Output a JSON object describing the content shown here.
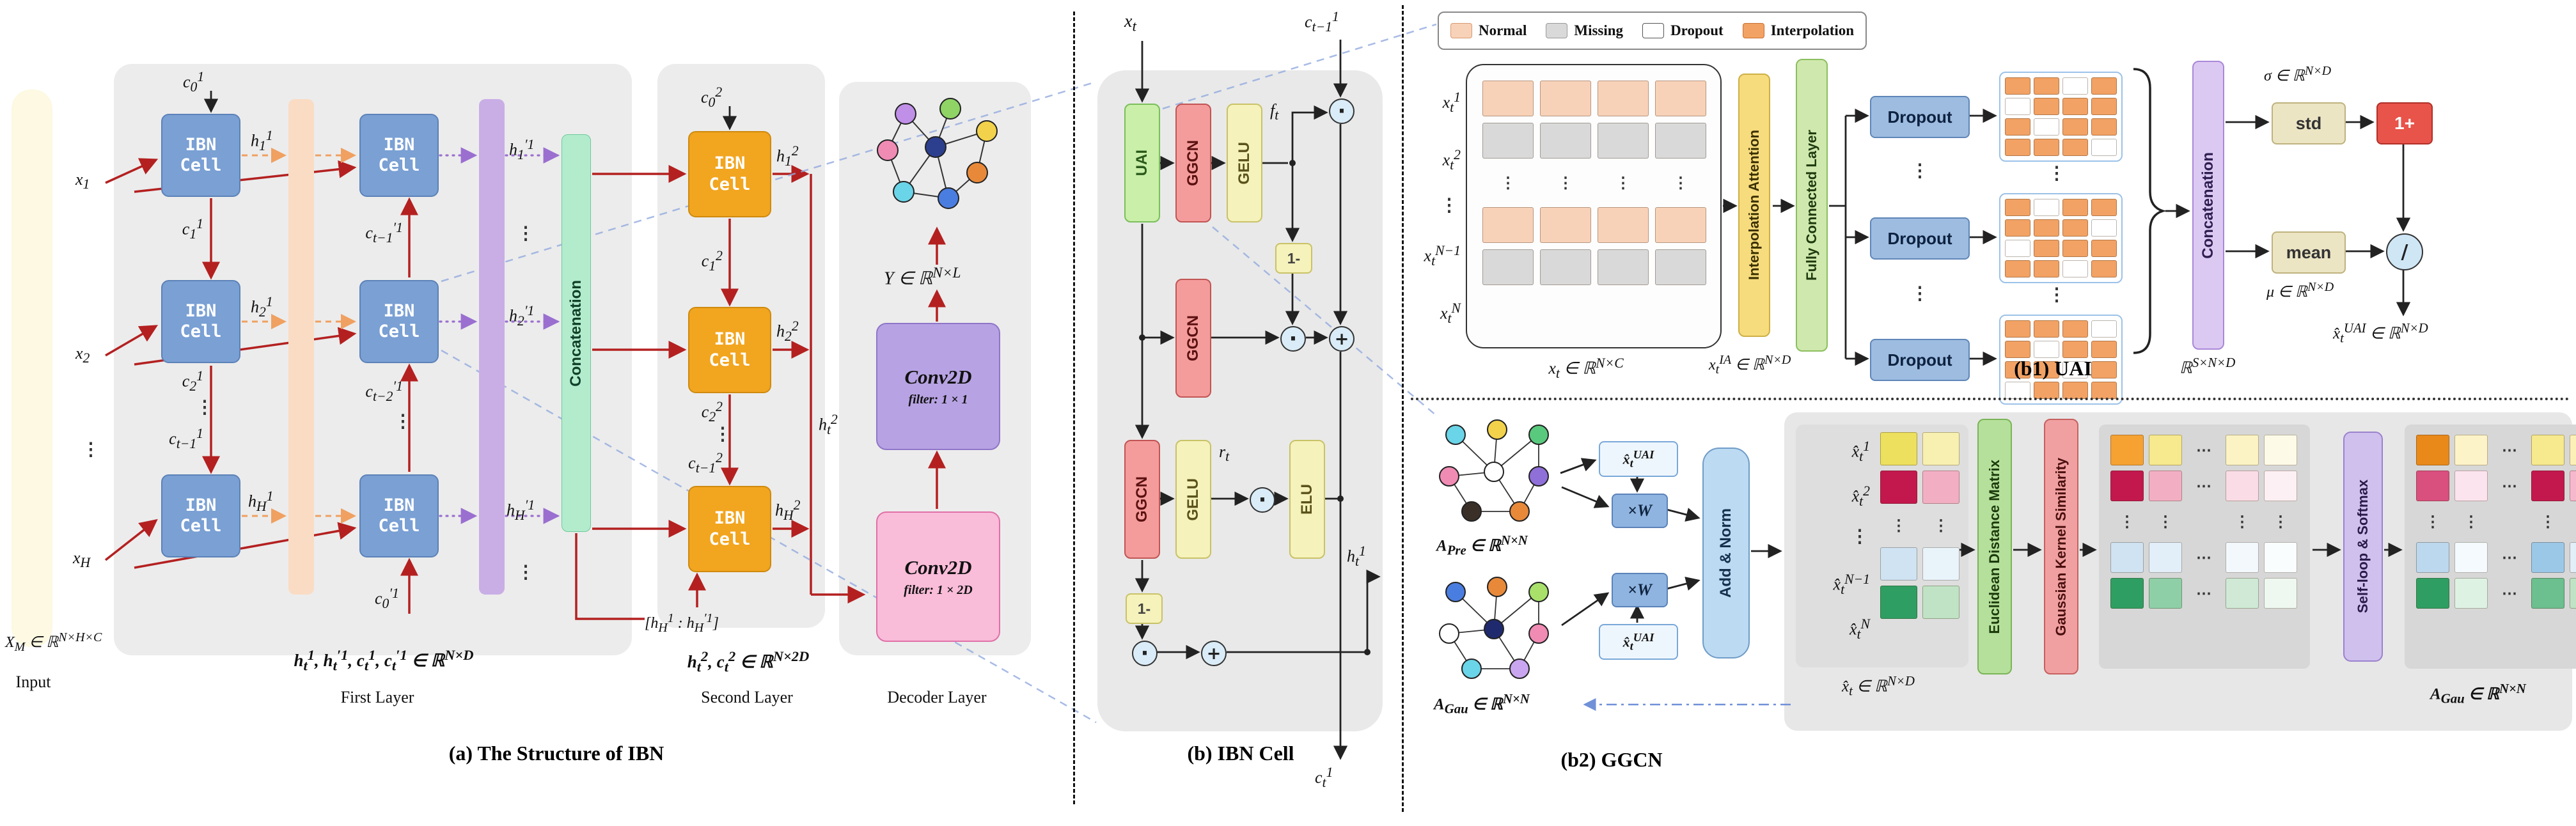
{
  "colors": {
    "red_arrow": "#b42020",
    "blue_cell": "#7aa0d4",
    "orange_cell": "#f2a51f",
    "hidden_bar": "#fadcc4",
    "hprime_bar": "#c9aee6",
    "concat_bar": "#b2eccd",
    "conv_1x1": "#b7a3e3",
    "conv_1x2d": "#f9bcd9",
    "normal": "#f8d2b8",
    "missing": "#d9d9d9",
    "dropout_state": "#ffffff",
    "interpolation": "#f2a264",
    "uai_green": "#c9efa9",
    "ggcn_red": "#f49c9c",
    "gelu_yellow": "#f5f2bb",
    "dropout_box": "#9dbce0",
    "ia_bar": "#f7dc7e",
    "fc_bar": "#cfe8ad",
    "concat_bar_uai": "#dcc9f2",
    "std_mean": "#ece5c4",
    "one_plus": "#e8534a",
    "edm_bar": "#b5e09b",
    "gks_bar": "#f0a0a0",
    "softmax_bar": "#cfc0ee",
    "addnorm": "#bcdaf2"
  },
  "misc": {
    "vdots": "⋮",
    "hdots": "⋯"
  },
  "ops": {
    "dot": "·",
    "plus": "+",
    "divide": "/"
  },
  "a": {
    "caption": "(a) The Structure of IBN",
    "input_label": "Input",
    "xm": "X<sub>M</sub> ∈ ℝ<sup>N×H×C</sup>",
    "x1": "x<sub>1</sub>",
    "x2": "x<sub>2</sub>",
    "xH": "x<sub>H</sub>",
    "cell_label": "IBN<br>Cell",
    "first_layer": "First Layer",
    "second_layer": "Second Layer",
    "decoder_layer": "Decoder Layer",
    "concat": "Concatenation",
    "c01": "c<sub>0</sub><sup>1</sup>",
    "c11": "c<sub>1</sub><sup>1</sup>",
    "c21": "c<sub>2</sub><sup>1</sup>",
    "ct11": "c<sub>t−1</sub><sup>1</sup>",
    "h11": "h<sub>1</sub><sup>1</sup>",
    "h21": "h<sub>2</sub><sup>1</sup>",
    "hH1": "h<sub>H</sub><sup>1</sup>",
    "cpt11": "c<sub>t−1</sub><sup>′1</sup>",
    "cpt21": "c<sub>t−2</sub><sup>′1</sup>",
    "cp01": "c<sub>0</sub><sup>′1</sup>",
    "hp11": "h<sub>1</sub><sup>′1</sup>",
    "hp21": "h<sub>2</sub><sup>′1</sup>",
    "hpH1": "h<sub>H</sub><sup>′1</sup>",
    "fl_out": "h<sub>t</sub><sup>1</sup>, h<sub>t</sub><sup>′1</sup>, c<sub>t</sub><sup>1</sup>, c<sub>t</sub><sup>′1</sup> ∈ ℝ<sup>N×D</sup>",
    "c02": "c<sub>0</sub><sup>2</sup>",
    "c12": "c<sub>1</sub><sup>2</sup>",
    "c22": "c<sub>2</sub><sup>2</sup>",
    "ct12": "c<sub>t−1</sub><sup>2</sup>",
    "h12": "h<sub>1</sub><sup>2</sup>",
    "h22": "h<sub>2</sub><sup>2</sup>",
    "hH2": "h<sub>H</sub><sup>2</sup>",
    "ht2": "h<sub>t</sub><sup>2</sup>",
    "concat_in": "[h<sub>H</sub><sup>1</sup> : h<sub>H</sub><sup>′1</sup>]",
    "sl_out": "h<sub>t</sub><sup>2</sup>, c<sub>t</sub><sup>2</sup> ∈ ℝ<sup>N×2D</sup>",
    "y_out": "Y ∈ ℝ<sup>N×L</sup>",
    "conv": "Conv2D",
    "conv1_filter": "filter: 1 × 1",
    "conv2_filter": "filter: 1 × 2D"
  },
  "b": {
    "caption": "(b) IBN Cell",
    "xt": "x<sub>t</sub>",
    "ct_in": "c<sub>t−1</sub><sup>1</sup>",
    "uai": "UAI",
    "ggcn": "GGCN",
    "gelu": "GELU",
    "elu": "ELU",
    "ft": "f<sub>t</sub>",
    "rt": "r<sub>t</sub>",
    "one_minus": "1-",
    "ht_out": "h<sub>t</sub><sup>1</sup>",
    "ct_out": "c<sub>t</sub><sup>1</sup>"
  },
  "b1": {
    "caption": "(b1) UAI",
    "legend": {
      "normal": "Normal",
      "missing": "Missing",
      "dropout": "Dropout",
      "interpolation": "Interpolation"
    },
    "rows": {
      "r1": "x<sub>t</sub><sup>1</sup>",
      "r2": "x<sub>t</sub><sup>2</sup>",
      "rn1": "x<sub>t</sub><sup>N−1</sup>",
      "rn": "x<sub>t</sub><sup>N</sup>"
    },
    "xt_dom": "x<sub>t</sub> ∈ ℝ<sup>N×C</sup>",
    "ia": "Interpolation Attention",
    "xt_ia": "x<sub>t</sub><sup>IA</sup> ∈ ℝ<sup>N×D</sup>",
    "fc": "Fully Connected Layer",
    "dropout": "Dropout",
    "concat": "Concatenation",
    "s_dom": "ℝ<sup>S×N×D</sup>",
    "std": "std",
    "mean": "mean",
    "one_plus": "1+",
    "sigma": "σ ∈ ℝ<sup>N×D</sup>",
    "mu": "μ ∈ ℝ<sup>N×D</sup>",
    "out": "x̂<sub>t</sub><sup>UAI</sup> ∈ ℝ<sup>N×D</sup>"
  },
  "b2": {
    "caption": "(b2) GGCN",
    "a_pre": "A<sub>Pre</sub> ∈ ℝ<sup>N×N</sup>",
    "a_gau": "A<sub>Gau</sub> ∈ ℝ<sup>N×N</sup>",
    "xw": "×W",
    "xhat_uai": "x̂<sub>t</sub><sup>UAI</sup>",
    "addnorm": "Add & Norm",
    "rows": {
      "r1": "x̂<sub>t</sub><sup>1</sup>",
      "r2": "x̂<sub>t</sub><sup>2</sup>",
      "rn1": "x̂<sub>t</sub><sup>N−1</sup>",
      "rn": "x̂<sub>t</sub><sup>N</sup>"
    },
    "xhat_dom": "x̂<sub>t</sub> ∈ ℝ<sup>N×D</sup>",
    "edm": "Euclidean Distance Matrix",
    "gks": "Gaussian Kernel Similarity",
    "softmax": "Self-loop & Softmax",
    "a_gau_out": "A<sub>Gau</sub> ∈ ℝ<sup>N×N</sup>"
  },
  "grids": {
    "b1_input": [
      [
        "#f8d2b8",
        "#f8d2b8",
        "#f8d2b8",
        "#f8d2b8"
      ],
      [
        "#d9d9d9",
        "#d9d9d9",
        "#d9d9d9",
        "#d9d9d9"
      ],
      [
        "⋮",
        "⋮",
        "⋮",
        "⋮"
      ],
      [
        "#f8d2b8",
        "#f8d2b8",
        "#f8d2b8",
        "#f8d2b8"
      ],
      [
        "#d9d9d9",
        "#d9d9d9",
        "#d9d9d9",
        "#d9d9d9"
      ]
    ],
    "drop1": [
      [
        "#f2a264",
        "#f2a264",
        "#ffffff",
        "#f2a264"
      ],
      [
        "#ffffff",
        "#f2a264",
        "#f2a264",
        "#f2a264"
      ],
      [
        "#f2a264",
        "#ffffff",
        "#f2a264",
        "#f2a264"
      ],
      [
        "#f2a264",
        "#f2a264",
        "#f2a264",
        "#ffffff"
      ]
    ],
    "drop2": [
      [
        "#f2a264",
        "#ffffff",
        "#f2a264",
        "#f2a264"
      ],
      [
        "#f2a264",
        "#f2a264",
        "#f2a264",
        "#ffffff"
      ],
      [
        "#ffffff",
        "#f2a264",
        "#f2a264",
        "#f2a264"
      ],
      [
        "#f2a264",
        "#f2a264",
        "#ffffff",
        "#f2a264"
      ]
    ],
    "drop3": [
      [
        "#f2a264",
        "#f2a264",
        "#f2a264",
        "#ffffff"
      ],
      [
        "#f2a264",
        "#ffffff",
        "#f2a264",
        "#f2a264"
      ],
      [
        "#f2a264",
        "#f2a264",
        "#ffffff",
        "#f2a264"
      ],
      [
        "#ffffff",
        "#f2a264",
        "#f2a264",
        "#f2a264"
      ]
    ],
    "b2_left": [
      [
        "#ece05e",
        "#f7f0b0"
      ],
      [
        "#c2184e",
        "#f2afc4"
      ],
      [
        "⋮",
        "⋮"
      ],
      [
        "#cfe3f2",
        "#e9f3fa"
      ],
      [
        "#2f9e62",
        "#bfe3c4"
      ]
    ],
    "b2_sim": [
      [
        "#f5a233",
        "#f6e98e",
        "⋯",
        "#fbf3c4",
        "#fdfbe8"
      ],
      [
        "#c2184e",
        "#f2afc4",
        "⋯",
        "#f9dce6",
        "#fdf0f4"
      ],
      [
        "⋮",
        "⋮",
        "",
        "⋮",
        "⋮"
      ],
      [
        "#cfe3f2",
        "#e2eef8",
        "⋯",
        "#f2f8fc",
        "#fafdfe"
      ],
      [
        "#2f9e62",
        "#8fcfa8",
        "⋯",
        "#cfe9d6",
        "#eef8f0"
      ]
    ],
    "b2_out": [
      [
        "#e8891a",
        "#fdf3c8",
        "⋯",
        "#f6e98e",
        "#fbf0b8"
      ],
      [
        "#d94f7e",
        "#fce4ee",
        "⋯",
        "#c2184e",
        "#f5b8cc"
      ],
      [
        "⋮",
        "⋮",
        "",
        "⋮",
        "⋮"
      ],
      [
        "#bcd8ee",
        "#f4fafd",
        "⋯",
        "#9cc8e8",
        "#e2eef8"
      ],
      [
        "#2f9e62",
        "#def2e4",
        "⋯",
        "#6cbf8e",
        "#bfe3c4"
      ]
    ]
  }
}
